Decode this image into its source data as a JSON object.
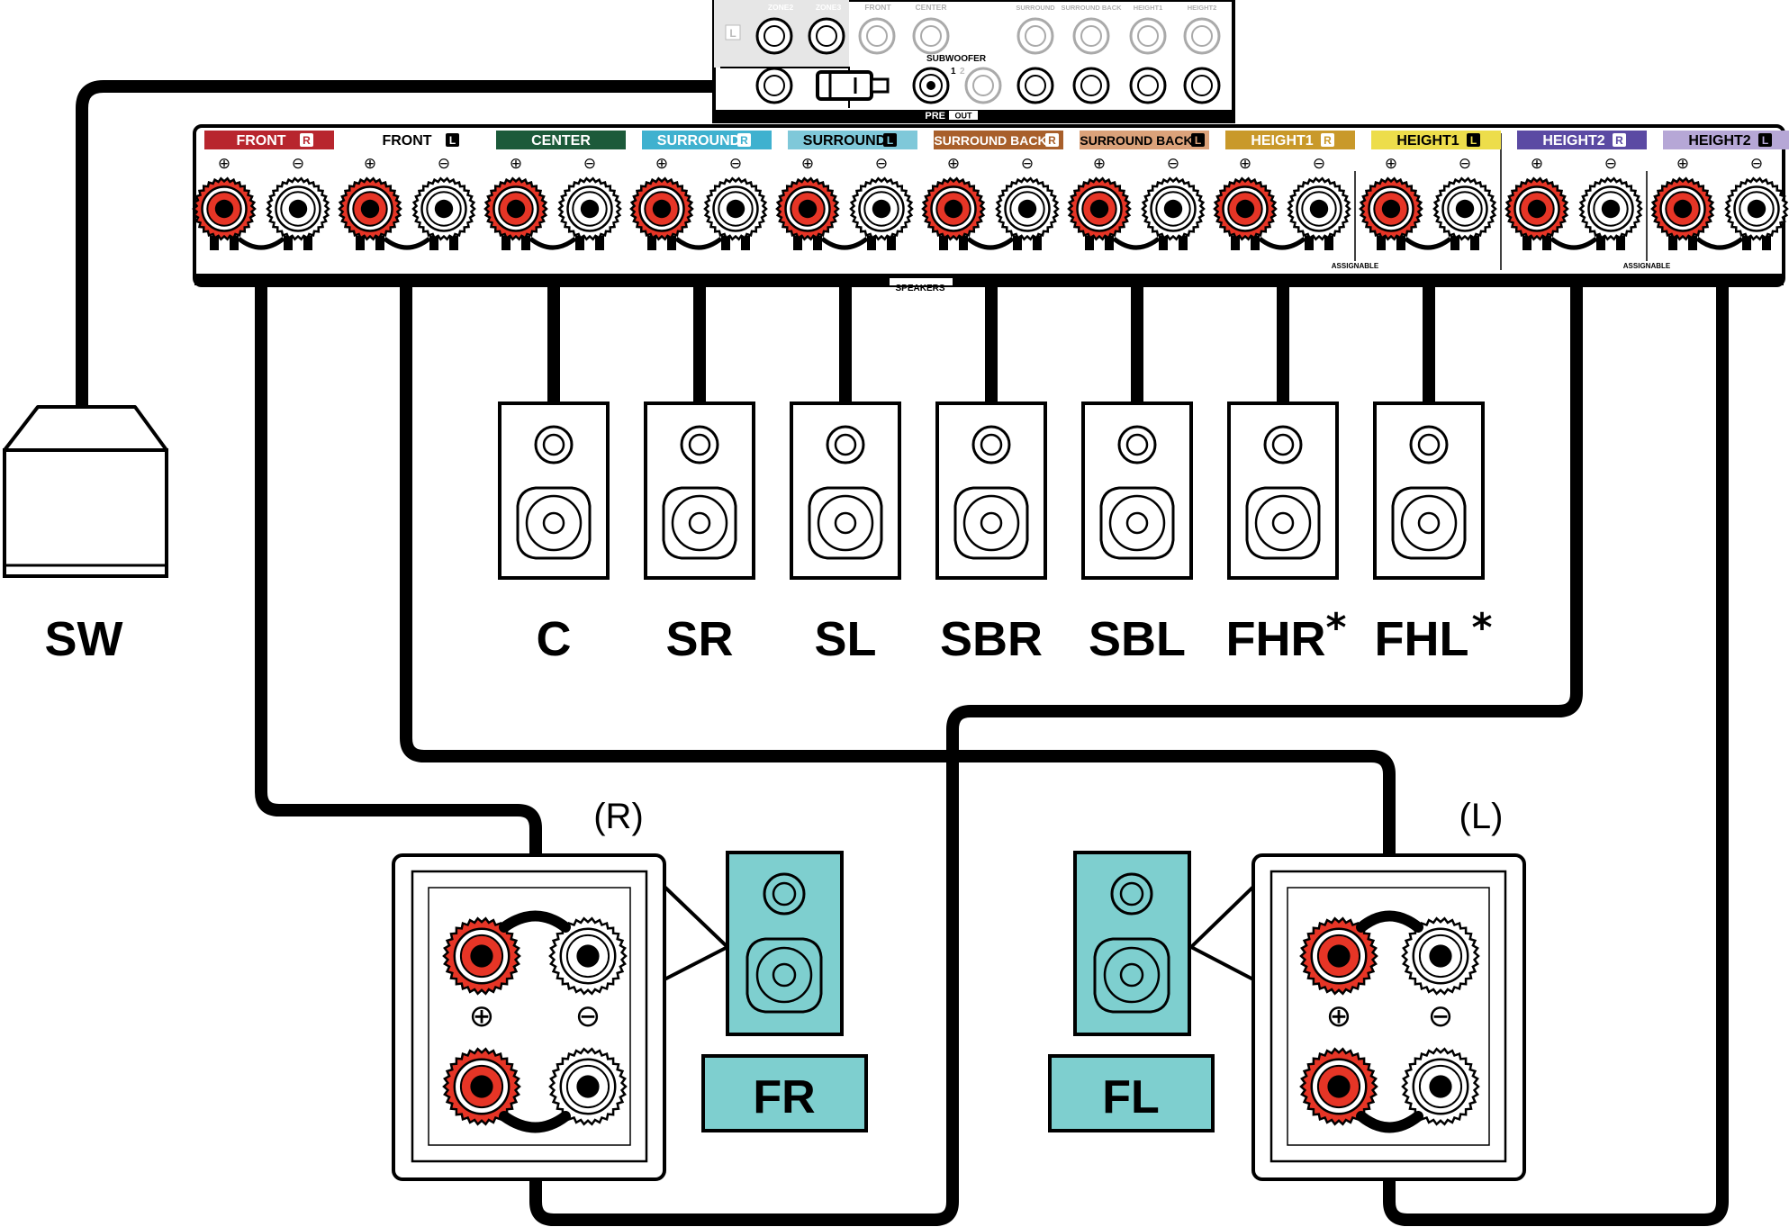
{
  "preout": {
    "ch_labels": [
      "ZONE2",
      "ZONE3",
      "FRONT",
      "CENTER",
      "SURROUND",
      "SURROUND BACK",
      "HEIGHT1",
      "HEIGHT2"
    ],
    "l_mark": "L",
    "subwoofer_label": "SUBWOOFER",
    "sub_num1": "1",
    "sub_num2": "2",
    "pre_label": "PRE",
    "out_label": "OUT"
  },
  "terminal_panel": {
    "channels": [
      {
        "label": "FRONT",
        "side": "R",
        "color": "#b8262e",
        "text_color": "#ffffff"
      },
      {
        "label": "FRONT",
        "side": "L",
        "color": "#ffffff",
        "text_color": "#000000"
      },
      {
        "label": "CENTER",
        "side": "",
        "color": "#1c5a3a",
        "text_color": "#ffffff"
      },
      {
        "label": "SURROUND",
        "side": "R",
        "color": "#3fb1cf",
        "text_color": "#ffffff"
      },
      {
        "label": "SURROUND",
        "side": "L",
        "color": "#7fc8d9",
        "text_color": "#000000"
      },
      {
        "label": "SURROUND BACK",
        "side": "R",
        "color": "#a85f2b",
        "text_color": "#ffffff"
      },
      {
        "label": "SURROUND BACK",
        "side": "L",
        "color": "#dba27a",
        "text_color": "#000000"
      },
      {
        "label": "HEIGHT1",
        "side": "R",
        "color": "#c9992a",
        "text_color": "#ffffff"
      },
      {
        "label": "HEIGHT1",
        "side": "L",
        "color": "#eddd4b",
        "text_color": "#000000"
      },
      {
        "label": "HEIGHT2",
        "side": "R",
        "color": "#5b4aa3",
        "text_color": "#ffffff"
      },
      {
        "label": "HEIGHT2",
        "side": "L",
        "color": "#b6a7d6",
        "text_color": "#000000"
      }
    ],
    "plus_symbol": "⊕",
    "minus_symbol": "⊖",
    "speakers_label": "SPEAKERS",
    "assignable_label_1": "ASSIGNABLE",
    "assignable_label_2": "ASSIGNABLE"
  },
  "speakers": [
    {
      "label": "C",
      "asterisk": ""
    },
    {
      "label": "SR",
      "asterisk": ""
    },
    {
      "label": "SL",
      "asterisk": ""
    },
    {
      "label": "SBR",
      "asterisk": ""
    },
    {
      "label": "SBL",
      "asterisk": ""
    },
    {
      "label": "FHR",
      "asterisk": "*"
    },
    {
      "label": "FHL",
      "asterisk": "*"
    }
  ],
  "subwoofer": {
    "label": "SW"
  },
  "front_right": {
    "side_label": "(R)",
    "label": "FR",
    "plus_symbol": "⊕",
    "minus_symbol": "⊖"
  },
  "front_left": {
    "side_label": "(L)",
    "label": "FL",
    "plus_symbol": "⊕",
    "minus_symbol": "⊖"
  },
  "colors": {
    "positive_terminal": "#e63526",
    "teal_speaker": "#7ecfcf",
    "cable": "#000000"
  }
}
